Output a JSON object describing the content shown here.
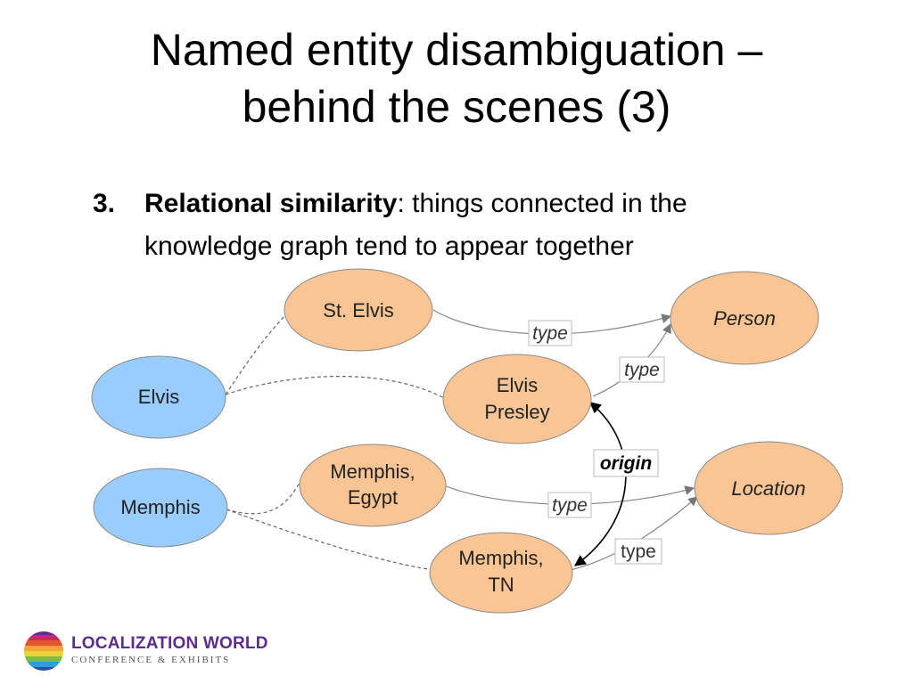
{
  "title": {
    "line1": "Named entity disambiguation –",
    "line2": "behind the scenes (3)"
  },
  "bullet": {
    "number": "3.",
    "term": "Relational similarity",
    "rest_line1": ": things connected in the",
    "line2": "knowledge graph tend to appear together"
  },
  "diagram": {
    "nodes": {
      "elvis": "Elvis",
      "memphis": "Memphis",
      "st_elvis": "St. Elvis",
      "elvis_presley_1": "Elvis",
      "elvis_presley_2": "Presley",
      "memphis_egypt_1": "Memphis,",
      "memphis_egypt_2": "Egypt",
      "memphis_tn_1": "Memphis,",
      "memphis_tn_2": "TN",
      "person": "Person",
      "location": "Location"
    },
    "edge_labels": {
      "type_1": "type",
      "type_2": "type",
      "type_3": "type",
      "type_4": "type",
      "origin": "origin"
    },
    "colors": {
      "mention_fill": "#99ccff",
      "entity_fill": "#fac595",
      "edge": "#888888"
    }
  },
  "logo": {
    "brand": "LOCALIZATION WORLD",
    "subtitle": "CONFERENCE & EXHIBITS"
  }
}
